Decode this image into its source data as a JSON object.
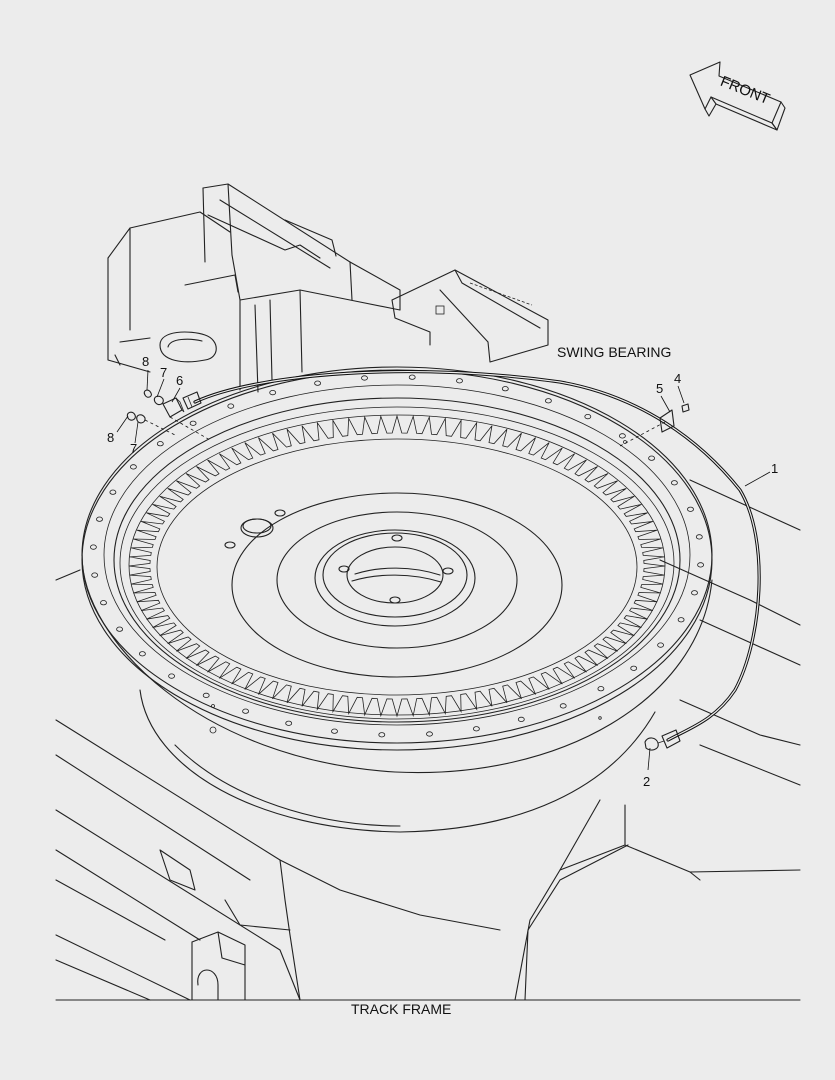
{
  "labels": {
    "swing_bearing": "SWING BEARING",
    "track_frame": "TRACK FRAME",
    "front": "FRONT"
  },
  "callouts": {
    "c1": "1",
    "c2": "2",
    "c4": "4",
    "c5": "5",
    "c6": "6",
    "c7a": "7",
    "c7b": "7",
    "c8a": "8",
    "c8b": "8"
  },
  "ring": {
    "teeth_count": 104,
    "outer_bolt_holes": 40
  },
  "colors": {
    "background": "#ececec",
    "line": "#222222"
  }
}
